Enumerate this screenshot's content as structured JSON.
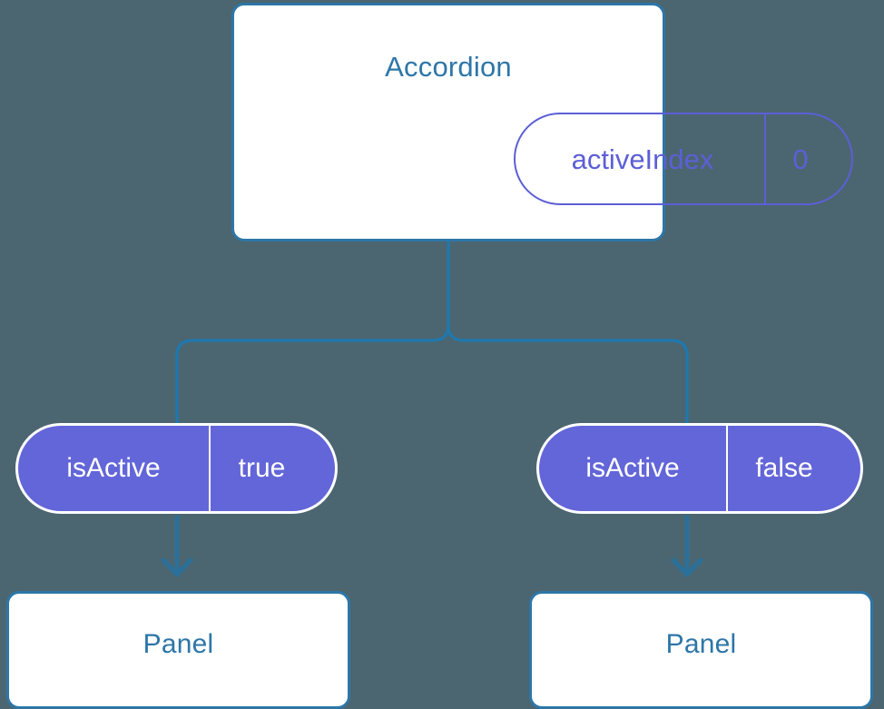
{
  "diagram": {
    "type": "component-tree",
    "background_color": "#4b6670",
    "accent_blue": "#2d76a8",
    "accent_purple": "#5c5fd6",
    "pill_fill": "#6366d8",
    "card_fill": "#ffffff",
    "root": {
      "title": "Accordion",
      "state": {
        "key": "activeIndex",
        "value": "0"
      }
    },
    "children": [
      {
        "prop": {
          "key": "isActive",
          "value": "true"
        },
        "panel": {
          "title": "Panel"
        }
      },
      {
        "prop": {
          "key": "isActive",
          "value": "false"
        },
        "panel": {
          "title": "Panel"
        }
      }
    ]
  }
}
